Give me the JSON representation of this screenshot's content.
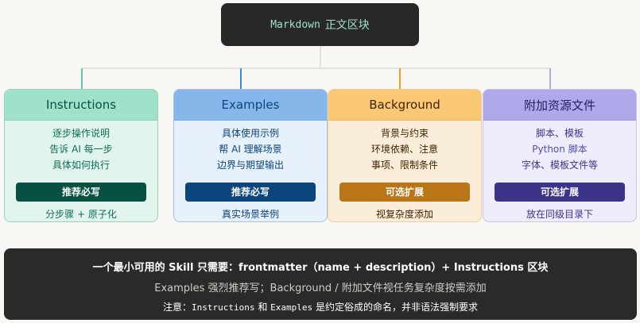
{
  "title": {
    "code": "Markdown",
    "text": "正文区块"
  },
  "cards": [
    {
      "title": "Instructions",
      "lines": [
        "逐步操作说明",
        "告诉 AI 每一步",
        "具体如何执行"
      ],
      "badge": "推荐必写",
      "footer": "分步骤 + 原子化",
      "colors": {
        "accent": "#5dcaa5",
        "head_bg": "#9fe1cb",
        "head_text": "#085041",
        "body_bg": "#e1f5ee",
        "body_text": "#0f6e56",
        "badge_bg": "#085041",
        "border": "#8fd6bd"
      }
    },
    {
      "title": "Examples",
      "lines": [
        "具体使用示例",
        "帮 AI 理解场景",
        "边界与期望输出"
      ],
      "badge": "推荐必写",
      "footer": "真实场景举例",
      "colors": {
        "accent": "#378add",
        "head_bg": "#85b7eb",
        "head_text": "#0c447c",
        "body_bg": "#e6f1fb",
        "body_text": "#0c447c",
        "badge_bg": "#0c447c",
        "border": "#9fc4ee"
      }
    },
    {
      "title": "Background",
      "lines": [
        "背景与约束",
        "环境依赖、注意",
        "事项、限制条件"
      ],
      "badge": "可选扩展",
      "footer": "视复杂度添加",
      "colors": {
        "accent": "#ef9f27",
        "head_bg": "#fac775",
        "head_text": "#412402",
        "body_bg": "#faeeda",
        "body_text": "#412402",
        "badge_bg": "#ba7517",
        "border": "#f3cf8f"
      }
    },
    {
      "title": "附加资源文件",
      "lines": [
        "脚本、模板",
        "Python 脚本",
        "字体、模板文件等"
      ],
      "badge": "可选扩展",
      "footer": "放在同级目录下",
      "colors": {
        "accent": "#afa9ec",
        "head_bg": "#afa9ec",
        "head_text": "#26215c",
        "body_bg": "#eeedfe",
        "body_text": "#3c3489",
        "badge_bg": "#3c3489",
        "border": "#c9c5f2",
        "line_text_2": "#534ab7"
      }
    }
  ],
  "summary": {
    "line1": "一个最小可用的 Skill 只需要：frontmatter（name + description）+ Instructions 区块",
    "line2": "Examples 强烈推荐写；Background / 附加文件视任务复杂度按需添加",
    "line3_prefix": "注意：",
    "line3_code1": "Instructions",
    "line3_mid": " 和 ",
    "line3_code2": "Examples",
    "line3_suffix": " 是约定俗成的命名，并非语法强制要求"
  }
}
